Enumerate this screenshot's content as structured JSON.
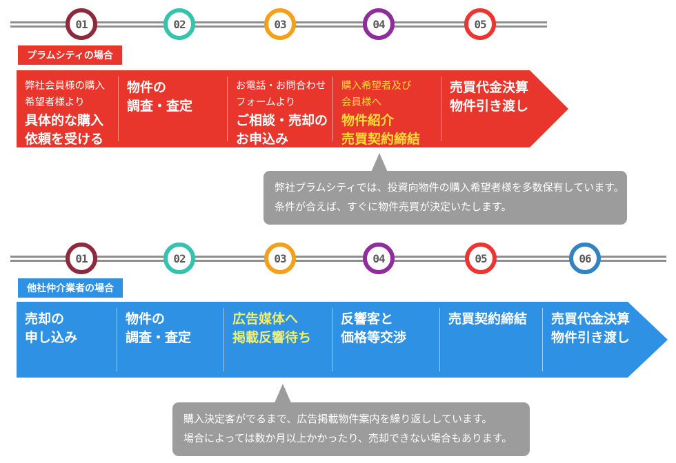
{
  "colors": {
    "red": "#e8362c",
    "blue": "#2e91e4",
    "yellow-on-red": "#ffdd35",
    "yellow-on-blue": "#eef06e",
    "bubble-gray": "#9c9c9c",
    "line-gray": "#8e8e8e",
    "number-gray": "#595959"
  },
  "timeline_top": {
    "steps": [
      {
        "number": "01",
        "color": "#8e2a3d"
      },
      {
        "number": "02",
        "color": "#36c3ae"
      },
      {
        "number": "03",
        "color": "#f4a01b"
      },
      {
        "number": "04",
        "color": "#8e2d9b"
      },
      {
        "number": "05",
        "color": "#ee3430"
      }
    ]
  },
  "timeline_bottom": {
    "steps": [
      {
        "number": "01",
        "color": "#8e2a3d"
      },
      {
        "number": "02",
        "color": "#36c3ae"
      },
      {
        "number": "03",
        "color": "#f4a01b"
      },
      {
        "number": "04",
        "color": "#8e2d9b"
      },
      {
        "number": "05",
        "color": "#ee3430"
      },
      {
        "number": "06",
        "color": "#3283c1"
      }
    ]
  },
  "plum": {
    "label": "プラムシティの場合",
    "steps": [
      {
        "sub": [
          "弊社会員様の購入",
          "希望者様より"
        ],
        "main": [
          "具体的な購入",
          "依頼を受ける"
        ]
      },
      {
        "sub": [],
        "main": [
          "物件の",
          "調査・査定"
        ]
      },
      {
        "sub": [
          "お電話・お問合わせ",
          "フォームより"
        ],
        "main": [
          "ご相談・売却の",
          "お申込み"
        ]
      },
      {
        "sub": [
          "購入希望者及び",
          "会員様へ"
        ],
        "main": [
          "物件紹介",
          "売買契約締結"
        ],
        "highlight": true
      },
      {
        "sub": [],
        "main": [
          "売買代金決算",
          "物件引き渡し"
        ]
      }
    ],
    "note": [
      "弊社プラムシティでは、投資向物件の購入希望者様を多数保有しています。",
      "条件が合えば、すぐに物件売買が決定いたします。"
    ]
  },
  "other": {
    "label": "他社仲介業者の場合",
    "steps": [
      {
        "main": [
          "売却の",
          "申し込み"
        ]
      },
      {
        "main": [
          "物件の",
          "調査・査定"
        ]
      },
      {
        "main": [
          "広告媒体へ",
          "掲載反響待ち"
        ],
        "highlight": true
      },
      {
        "main": [
          "反響客と",
          "価格等交渉"
        ]
      },
      {
        "main": [
          "売買契約締結"
        ]
      },
      {
        "main": [
          "売買代金決算",
          "物件引き渡し"
        ]
      }
    ],
    "note": [
      "購入決定客がでるまで、広告掲載物件案内を繰り返ししています。",
      "場合によっては数か月以上かかったり、売却できない場合もあります。"
    ]
  }
}
